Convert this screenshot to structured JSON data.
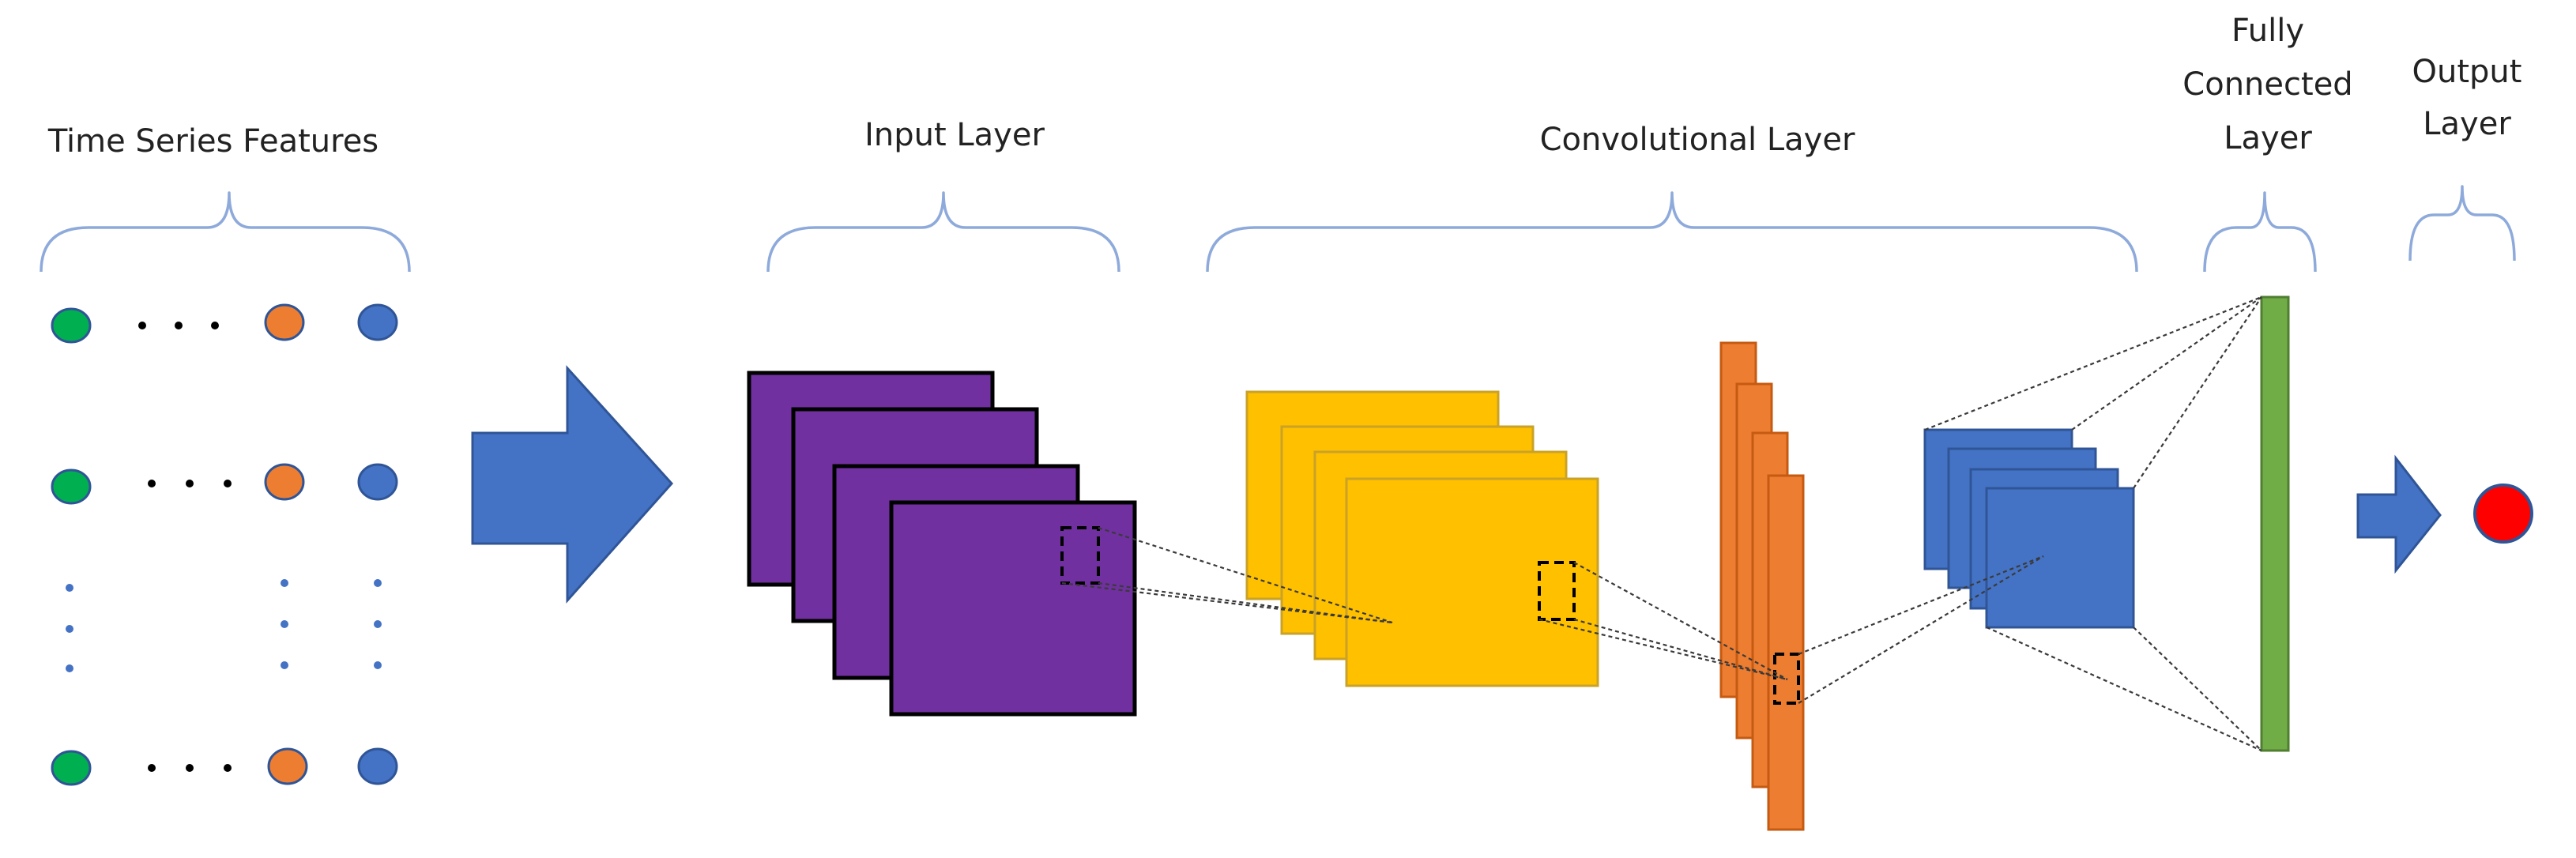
{
  "labels": {
    "time_series": "Time Series Features",
    "input_layer": "Input Layer",
    "conv_layer": "Convolutional Layer",
    "fully_connected": [
      "Fully",
      "Connected",
      "Layer"
    ],
    "output_layer": [
      "Output",
      "Layer"
    ]
  },
  "colors": {
    "feature_green": "#00B050",
    "feature_orange": "#ED7D31",
    "feature_blue": "#4472C4",
    "arrow": "#4472C4",
    "input_layer": "#7030A0",
    "conv_yellow": "#FFC000",
    "conv_orange": "#ED7D31",
    "conv_blue": "#4472C4",
    "fully_connected": "#70AD47",
    "output": "#FF0000",
    "brace": "#8EAADB"
  }
}
